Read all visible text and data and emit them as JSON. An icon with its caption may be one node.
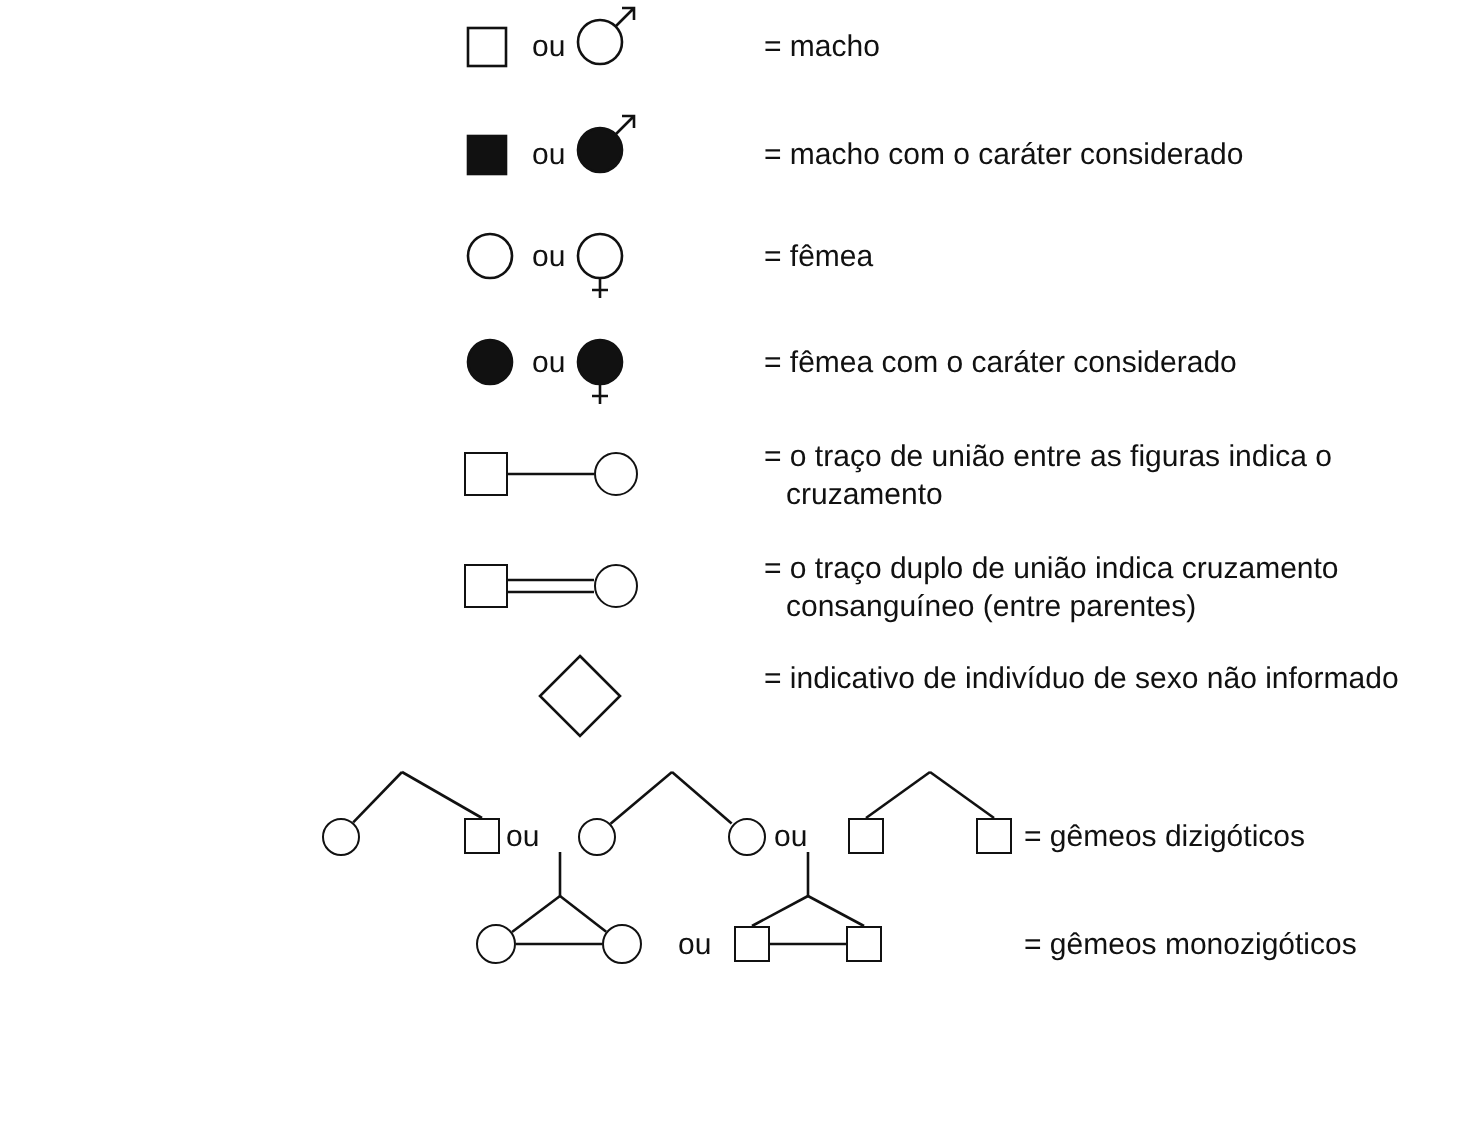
{
  "diagram": {
    "nodes": [
      {
        "text": [],
        "shape": "box"
      },
      {
        "text": [],
        "shape": "circle"
      },
      {
        "text": [],
        "shape": "box"
      },
      {
        "text": [],
        "shape": "circle"
      },
      {
        "text": [],
        "shape": "circle"
      },
      {
        "text": [],
        "shape": "box"
      },
      {
        "text": [],
        "shape": "circle"
      },
      {
        "text": [],
        "shape": "circle"
      },
      {
        "text": [],
        "shape": "box"
      },
      {
        "text": [],
        "shape": "box"
      },
      {
        "text": [],
        "shape": "circle"
      },
      {
        "text": [],
        "shape": "circle"
      },
      {
        "text": [],
        "shape": "box"
      },
      {
        "text": [],
        "shape": "box"
      }
    ],
    "edges": [
      {
        "from": 0,
        "to": 1,
        "arrow": "none"
      },
      {
        "from": 2,
        "to": 3,
        "arrow": "none"
      },
      {
        "from": null,
        "to": 4,
        "arrow": "none"
      },
      {
        "from": null,
        "to": 5,
        "arrow": "none"
      },
      {
        "from": null,
        "to": 6,
        "arrow": "none"
      },
      {
        "from": null,
        "to": 7,
        "arrow": "none"
      },
      {
        "from": null,
        "to": 8,
        "arrow": "none"
      },
      {
        "from": null,
        "to": 9,
        "arrow": "none"
      },
      {
        "from": null,
        "to": 10,
        "arrow": "none"
      },
      {
        "from": null,
        "to": 11,
        "arrow": "none"
      },
      {
        "from": 10,
        "to": 11,
        "arrow": "none"
      },
      {
        "from": null,
        "to": 12,
        "arrow": "none"
      },
      {
        "from": null,
        "to": 13,
        "arrow": "none"
      },
      {
        "from": 12,
        "to": 13,
        "arrow": "none"
      }
    ],
    "labels": [
      "ou",
      "= macho",
      "ou",
      "= macho com o caráter considerado",
      "ou",
      "= fêmea",
      "ou",
      "= fêmea com o caráter considerado",
      "= o traço de união entre as figuras indica o cruzamento",
      "= o traço duplo de união indica cruzamento consanguíneo (entre parentes)",
      "= indicativo de indivíduo de sexo não informado",
      "ou",
      "ou",
      "= gêmeos dizigóticos",
      "ou",
      "= gêmeos monozigóticos"
    ]
  }
}
